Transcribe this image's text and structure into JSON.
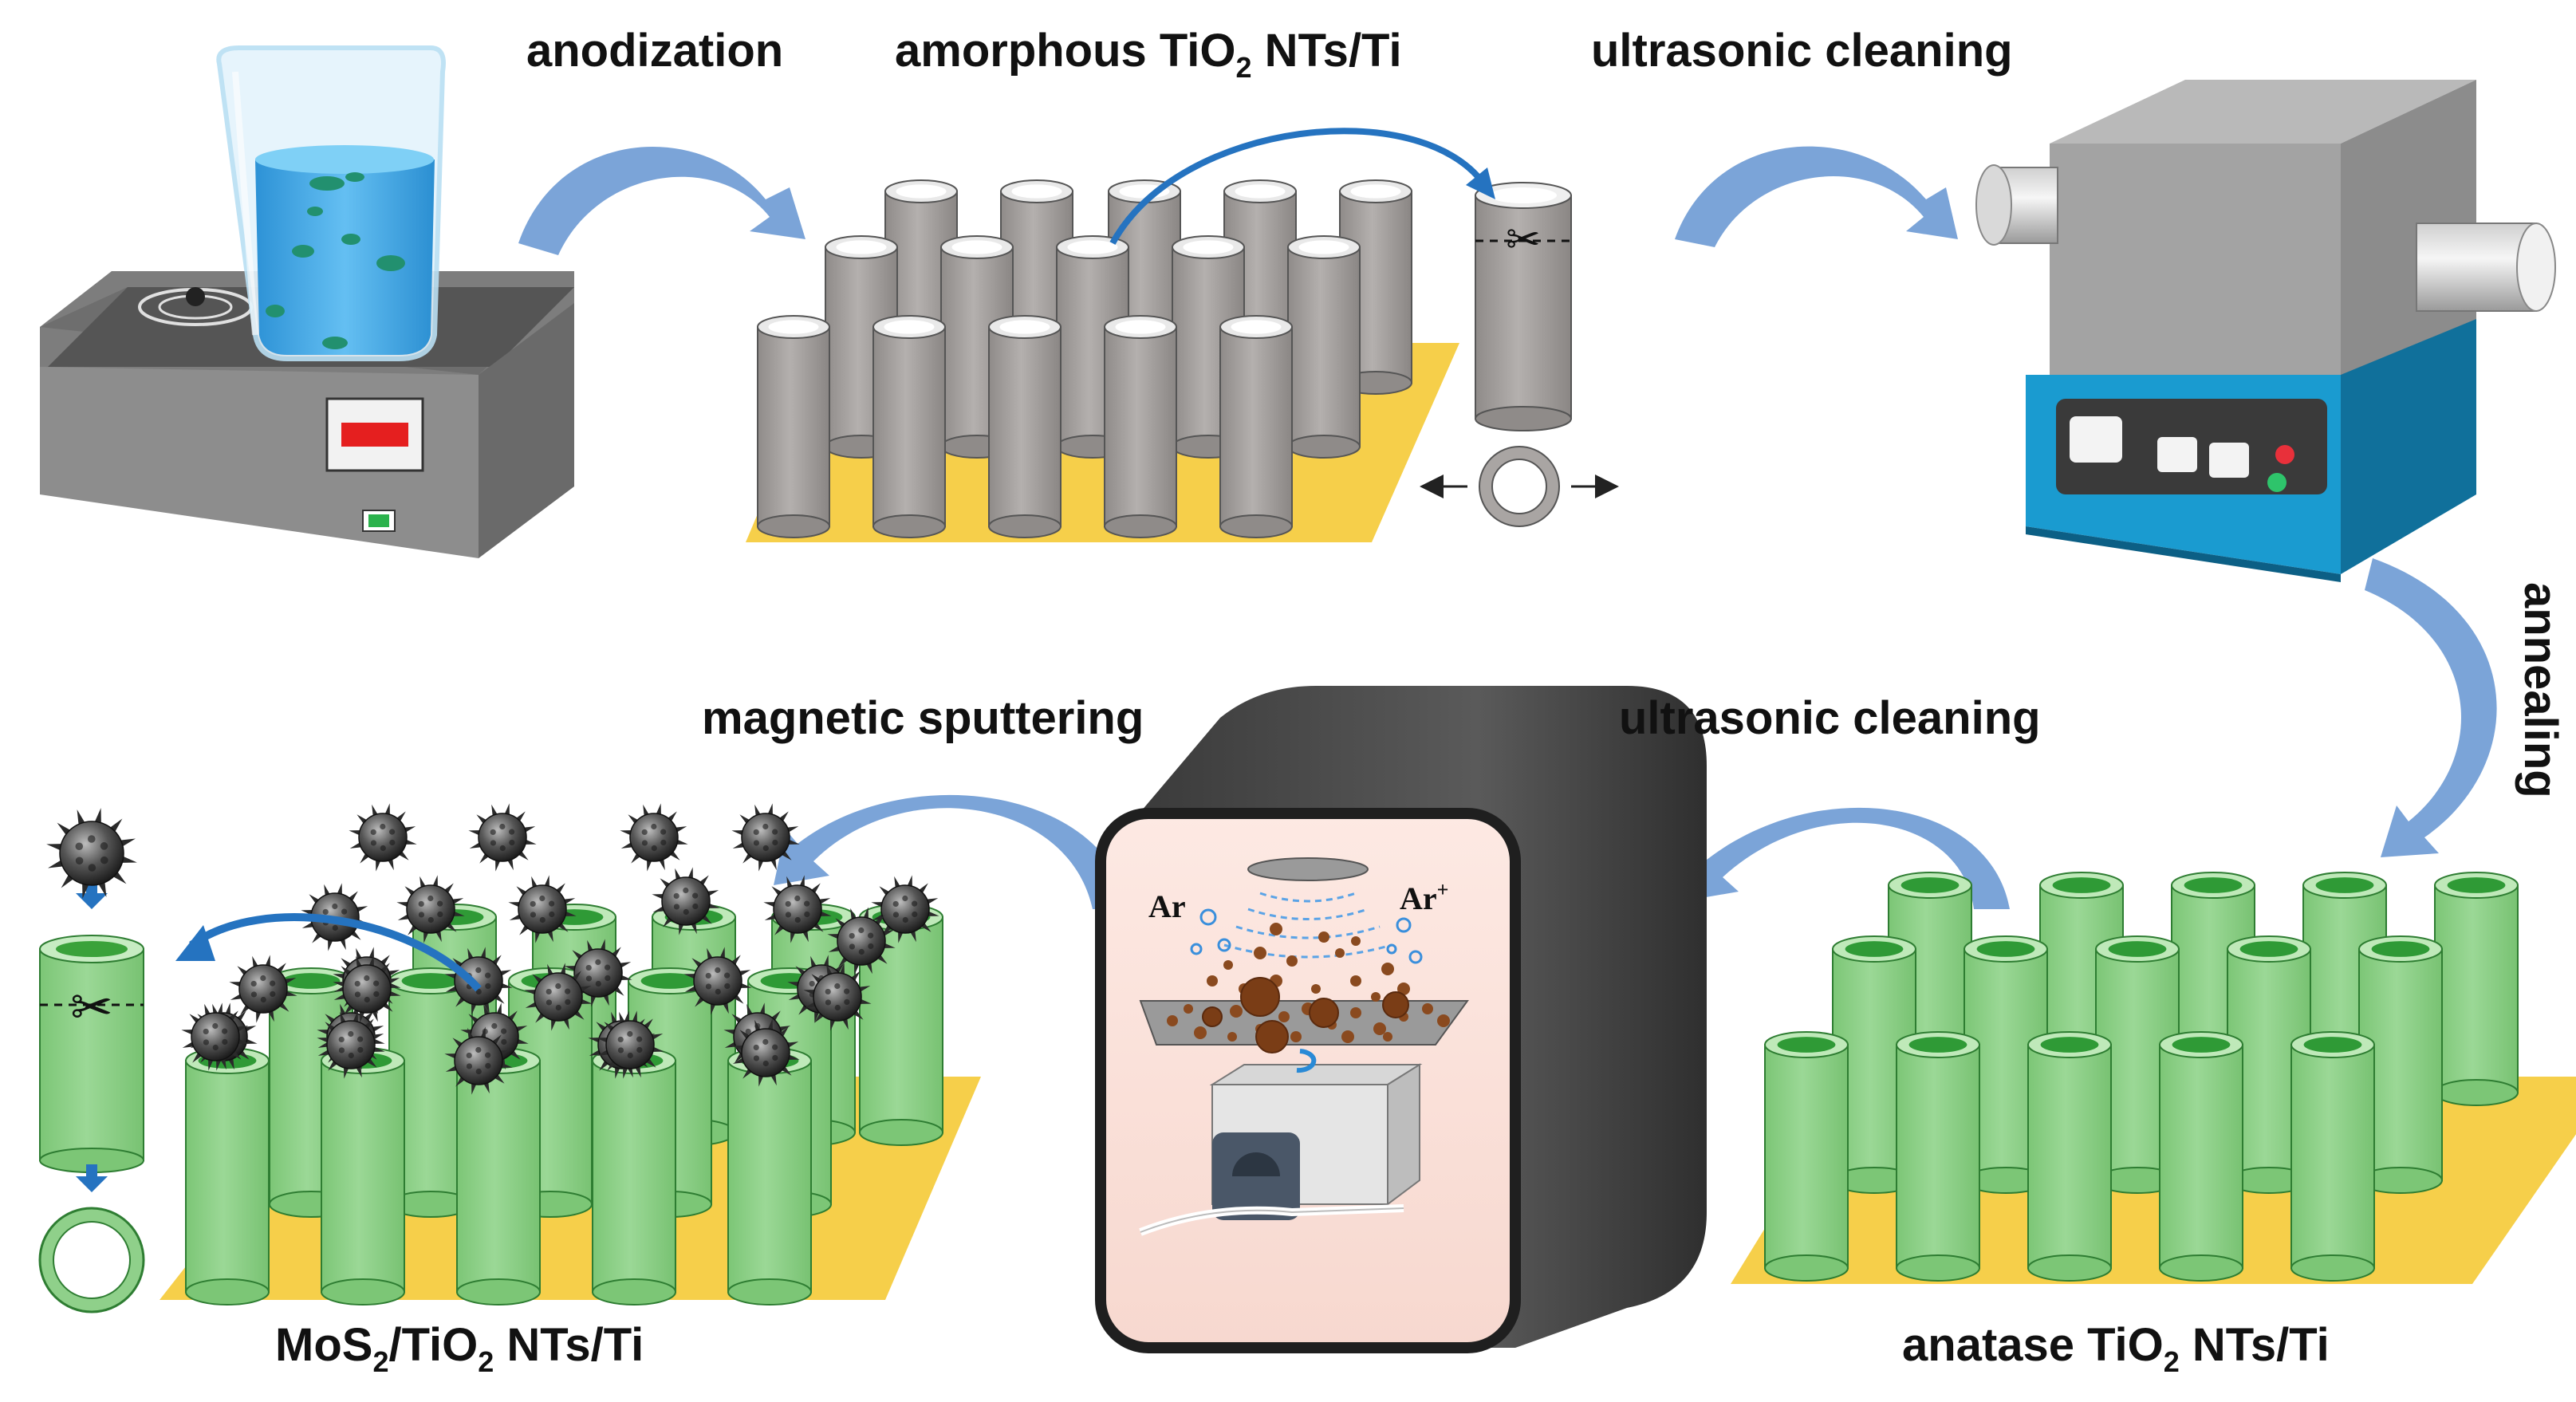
{
  "labels": {
    "anodization": "anodization",
    "amorphous_pre": "amorphous TiO",
    "amorphous_sub": "2",
    "amorphous_post": " NTs/Ti",
    "ultrasonic_top": "ultrasonic cleaning",
    "annealing": "annealing",
    "ultrasonic_bottom": "ultrasonic cleaning",
    "magnetic": "magnetic sputtering",
    "anatase_pre": "anatase TiO",
    "anatase_sub": "2",
    "anatase_post": " NTs/Ti",
    "mos2_a": "MoS",
    "mos2_sub1": "2",
    "mos2_b": "/TiO",
    "mos2_sub2": "2",
    "mos2_c": " NTs/Ti",
    "ar": "Ar",
    "ar_plus": "Ar",
    "ar_plus_sup": "+"
  },
  "colors": {
    "gray_tube": "#a9a5a3",
    "green_tube": "#8fd08a",
    "gold_base": "#f6cf4a",
    "arrow": "#7ba4d8",
    "furnace_blue": "#1a9bd0",
    "water": "#3fa7e6"
  },
  "icons": [
    "scissors-icon",
    "hotplate-icon",
    "beaker-icon",
    "tube-furnace-icon",
    "sputter-chamber-icon",
    "pump-icon"
  ]
}
